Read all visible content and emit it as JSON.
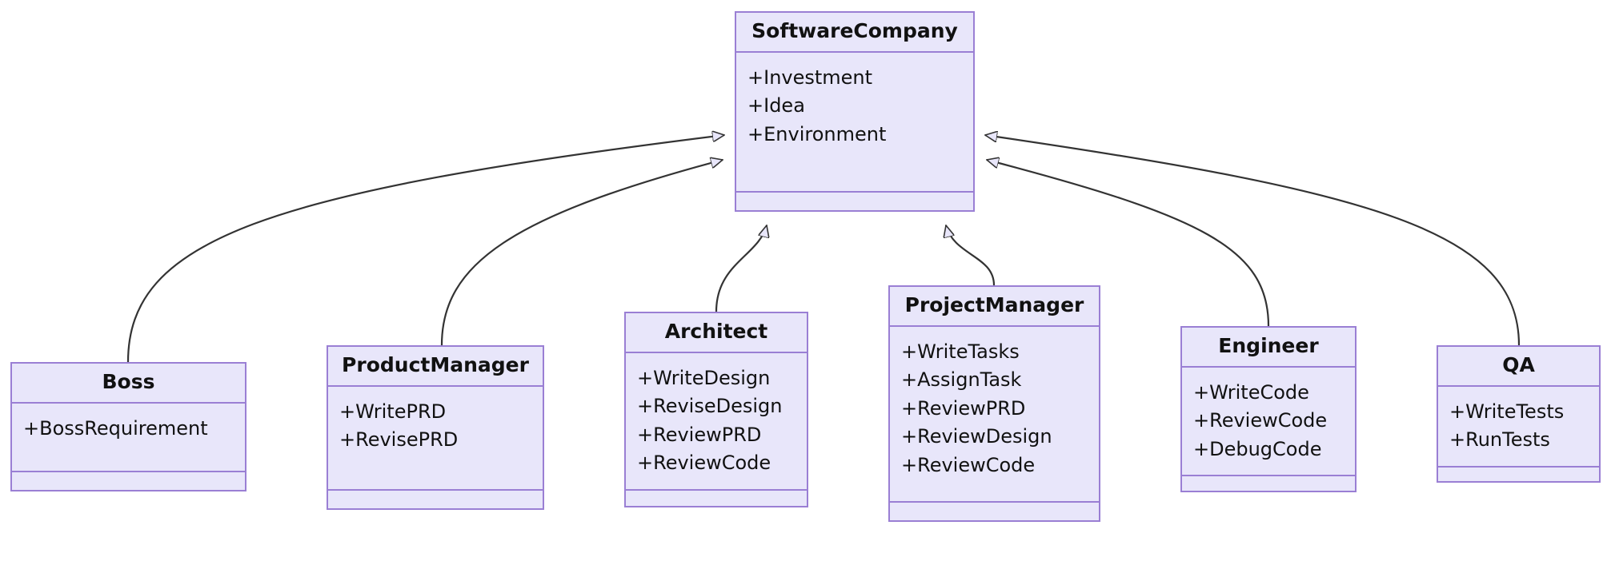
{
  "diagram": {
    "type": "uml-class-diagram",
    "title": "",
    "colors": {
      "box_fill": "#e8e6fa",
      "box_border": "#9a7fd4",
      "edge_stroke": "#333333",
      "text": "#111111",
      "background": "#ffffff"
    },
    "relationship": "generalization",
    "parent": "SoftwareCompany",
    "children": [
      "Boss",
      "ProductManager",
      "Architect",
      "ProjectManager",
      "Engineer",
      "QA"
    ]
  },
  "classes": {
    "software_company": {
      "name": "SoftwareCompany",
      "members": [
        "+Investment",
        "+Idea",
        "+Environment"
      ],
      "methods": []
    },
    "boss": {
      "name": "Boss",
      "members": [
        "+BossRequirement"
      ],
      "methods": []
    },
    "product_manager": {
      "name": "ProductManager",
      "members": [
        "+WritePRD",
        "+RevisePRD"
      ],
      "methods": []
    },
    "architect": {
      "name": "Architect",
      "members": [
        "+WriteDesign",
        "+ReviseDesign",
        "+ReviewPRD",
        "+ReviewCode"
      ],
      "methods": []
    },
    "project_manager": {
      "name": "ProjectManager",
      "members": [
        "+WriteTasks",
        "+AssignTask",
        "+ReviewPRD",
        "+ReviewDesign",
        "+ReviewCode"
      ],
      "methods": []
    },
    "engineer": {
      "name": "Engineer",
      "members": [
        "+WriteCode",
        "+ReviewCode",
        "+DebugCode"
      ],
      "methods": []
    },
    "qa": {
      "name": "QA",
      "members": [
        "+WriteTests",
        "+RunTests"
      ],
      "methods": []
    }
  }
}
